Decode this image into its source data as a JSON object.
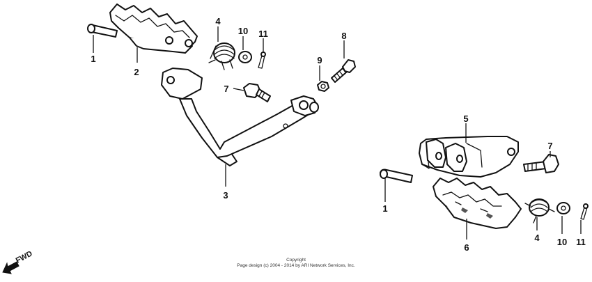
{
  "diagram": {
    "callouts": {
      "c1_left": "1",
      "c2": "2",
      "c4_top": "4",
      "c10_top": "10",
      "c11_top": "11",
      "c8": "8",
      "c9": "9",
      "c7_left": "7",
      "c3": "3",
      "c5": "5",
      "c7_right": "7",
      "c1_right": "1",
      "c6": "6",
      "c4_bottom": "4",
      "c10_bottom": "10",
      "c11_bottom": "11"
    },
    "direction_label": "FWD",
    "copyright_line1": "Copyright",
    "copyright_line2": "Page design (c) 2004 - 2014 by ARI Network Services, Inc."
  }
}
